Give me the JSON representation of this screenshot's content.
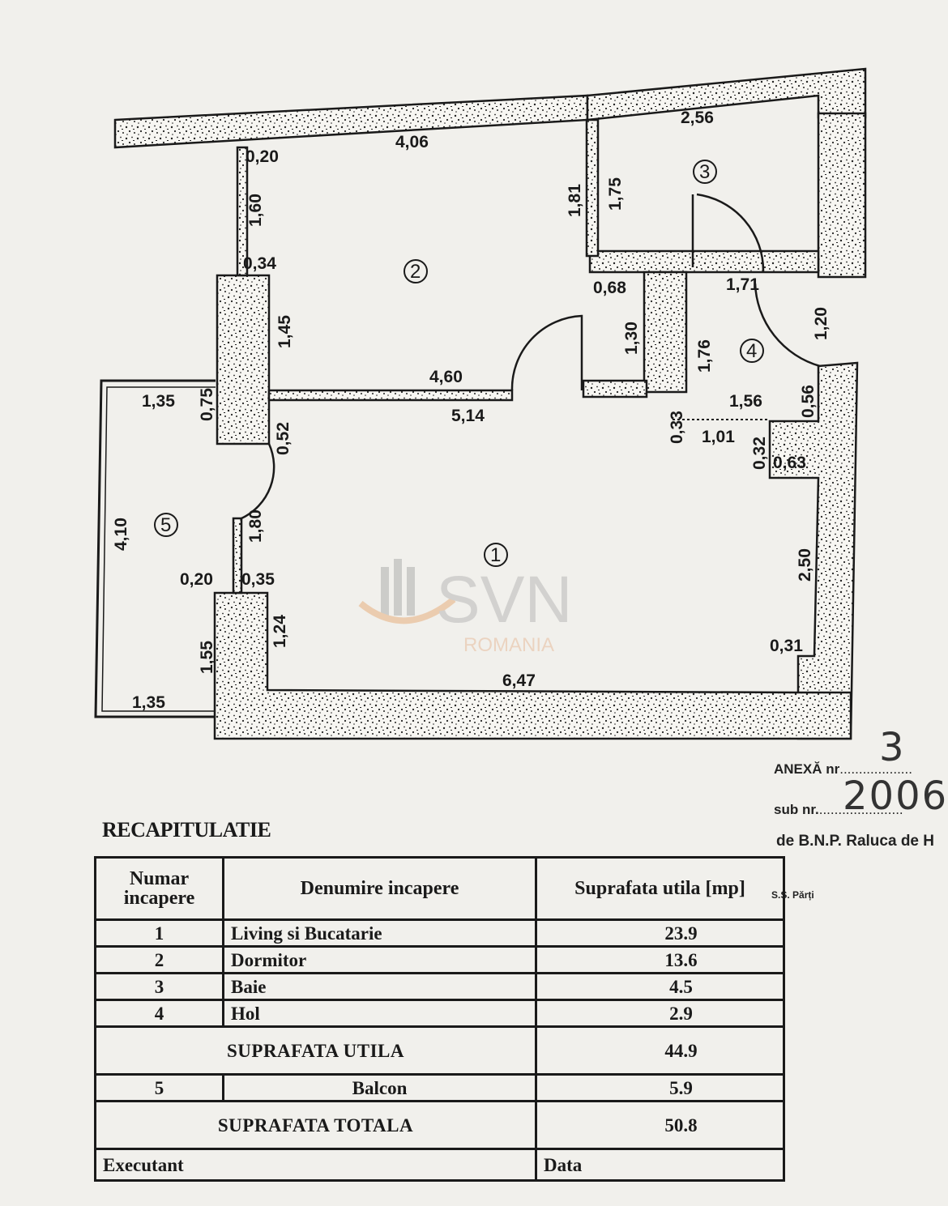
{
  "plan": {
    "room_numbers": [
      "1",
      "2",
      "3",
      "4",
      "5"
    ],
    "dimensions": {
      "d_4_06": "4,06",
      "d_0_20_top": "0,20",
      "d_1_60": "1,60",
      "d_0_34": "0,34",
      "d_1_45": "1,45",
      "d_4_60": "4,60",
      "d_5_14": "5,14",
      "d_1_81": "1,81",
      "d_1_75": "1,75",
      "d_2_56": "2,56",
      "d_0_68": "0,68",
      "d_1_30": "1,30",
      "d_1_76": "1,76",
      "d_1_71": "1,71",
      "d_1_20": "1,20",
      "d_0_56": "0,56",
      "d_1_56": "1,56",
      "d_0_33": "0,33",
      "d_1_01": "1,01",
      "d_0_32": "0,32",
      "d_0_63": "0,63",
      "d_2_50": "2,50",
      "d_0_31": "0,31",
      "d_6_47": "6,47",
      "d_1_35_top": "1,35",
      "d_0_75": "0,75",
      "d_0_52": "0,52",
      "d_4_10": "4,10",
      "d_1_80": "1,80",
      "d_0_20_mid": "0,20",
      "d_0_35": "0,35",
      "d_1_55": "1,55",
      "d_1_24": "1,24",
      "d_1_35_bottom": "1,35"
    }
  },
  "watermark": {
    "brand": "SVN",
    "sub": "ROMANIA"
  },
  "annex": {
    "anexa_label": "ANEXĂ nr",
    "anexa_handwritten": "3",
    "sub_label": "sub nr.",
    "sub_handwritten": "2006",
    "notary": "de B.N.P. Raluca de H",
    "stamp": "S.S. Părți"
  },
  "recap": {
    "title": "RECAPITULATIE",
    "headers": {
      "number": "Numar incapere",
      "name": "Denumire incapere",
      "area": "Suprafata utila [mp]"
    },
    "rooms": [
      {
        "num": "1",
        "name": "Living si Bucatarie",
        "area": "23.9"
      },
      {
        "num": "2",
        "name": "Dormitor",
        "area": "13.6"
      },
      {
        "num": "3",
        "name": "Baie",
        "area": "4.5"
      },
      {
        "num": "4",
        "name": "Hol",
        "area": "2.9"
      }
    ],
    "useful_label": "SUPRAFATA UTILA",
    "useful_value": "44.9",
    "balcony": {
      "num": "5",
      "name": "Balcon",
      "area": "5.9"
    },
    "total_label": "SUPRAFATA TOTALA",
    "total_value": "50.8",
    "executant": "Executant",
    "data": "Data"
  }
}
